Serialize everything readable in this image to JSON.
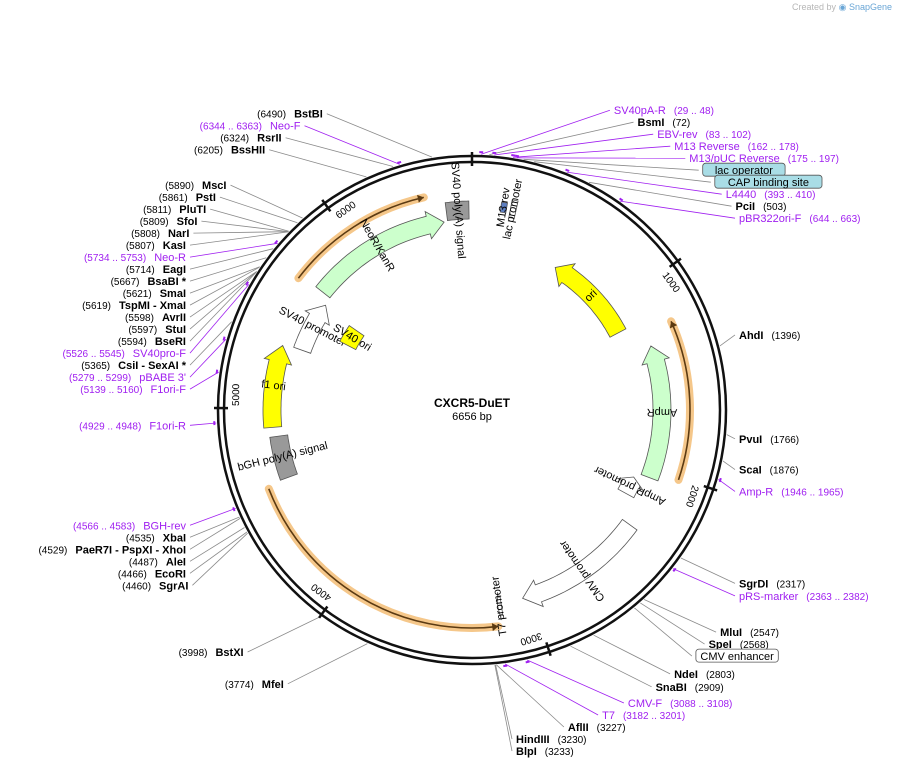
{
  "plasmid": {
    "name": "CXCR5-DuET",
    "length_label": "6656 bp",
    "length": 6656
  },
  "watermark": {
    "created_by": "Created by",
    "brand": "SnapGene"
  },
  "colors": {
    "backbone": "#111111",
    "site_line": "#8a8a8a",
    "primer": "#a020f0",
    "ori": "#ffff00",
    "marker": "#ccffcc",
    "polyA": "#999999",
    "promoter": "#ffffff",
    "orf_highlight": "#f5c78a",
    "orf_arrow": "#3c8c1e",
    "box_label_fill": "#a9dde6"
  },
  "ticks": [
    {
      "pos": 1000,
      "label": "1000"
    },
    {
      "pos": 2000,
      "label": "2000"
    },
    {
      "pos": 3000,
      "label": "3000"
    },
    {
      "pos": 4000,
      "label": "4000"
    },
    {
      "pos": 5000,
      "label": "5000"
    },
    {
      "pos": 6000,
      "label": "6000"
    }
  ],
  "sites": [
    {
      "name": "BsmI",
      "pos_label": "(72)",
      "pos": 72
    },
    {
      "name": "PciI",
      "pos_label": "(503)",
      "pos": 503
    },
    {
      "name": "AhdI",
      "pos_label": "(1396)",
      "pos": 1396
    },
    {
      "name": "PvuI",
      "pos_label": "(1766)",
      "pos": 1766
    },
    {
      "name": "ScaI",
      "pos_label": "(1876)",
      "pos": 1876
    },
    {
      "name": "SgrDI",
      "pos_label": "(2317)",
      "pos": 2317
    },
    {
      "name": "MluI",
      "pos_label": "(2547)",
      "pos": 2547
    },
    {
      "name": "SpeI",
      "pos_label": "(2568)",
      "pos": 2568
    },
    {
      "name": "NdeI",
      "pos_label": "(2803)",
      "pos": 2803
    },
    {
      "name": "SnaBI",
      "pos_label": "(2909)",
      "pos": 2909
    },
    {
      "name": "AflII",
      "pos_label": "(3227)",
      "pos": 3227
    },
    {
      "name": "HindIII",
      "pos_label": "(3230)",
      "pos": 3230
    },
    {
      "name": "BlpI",
      "pos_label": "(3233)",
      "pos": 3233
    },
    {
      "name": "MfeI",
      "pos_label": "(3774)",
      "pos": 3774
    },
    {
      "name": "BstXI",
      "pos_label": "(3998)",
      "pos": 3998
    },
    {
      "name": "SgrAI",
      "pos_label": "(4460)",
      "pos": 4460
    },
    {
      "name": "EcoRI",
      "pos_label": "(4466)",
      "pos": 4466
    },
    {
      "name": "AleI",
      "pos_label": "(4487)",
      "pos": 4487
    },
    {
      "name": "PaeR7I - PspXI - XhoI",
      "pos_label": "(4529)",
      "pos": 4529
    },
    {
      "name": "XbaI",
      "pos_label": "(4535)",
      "pos": 4535
    },
    {
      "name": "CsiI - SexAI *",
      "pos_label": "(5365)",
      "pos": 5365
    },
    {
      "name": "BseRI",
      "pos_label": "(5594)",
      "pos": 5594
    },
    {
      "name": "StuI",
      "pos_label": "(5597)",
      "pos": 5597
    },
    {
      "name": "AvrII",
      "pos_label": "(5598)",
      "pos": 5598
    },
    {
      "name": "TspMI - XmaI",
      "pos_label": "(5619)",
      "pos": 5619
    },
    {
      "name": "SmaI",
      "pos_label": "(5621)",
      "pos": 5621
    },
    {
      "name": "BsaBI *",
      "pos_label": "(5667)",
      "pos": 5667
    },
    {
      "name": "EagI",
      "pos_label": "(5714)",
      "pos": 5714
    },
    {
      "name": "KasI",
      "pos_label": "(5807)",
      "pos": 5807
    },
    {
      "name": "NarI",
      "pos_label": "(5808)",
      "pos": 5808
    },
    {
      "name": "SfoI",
      "pos_label": "(5809)",
      "pos": 5809
    },
    {
      "name": "PluTI",
      "pos_label": "(5811)",
      "pos": 5811
    },
    {
      "name": "PstI",
      "pos_label": "(5861)",
      "pos": 5861
    },
    {
      "name": "MscI",
      "pos_label": "(5890)",
      "pos": 5890
    },
    {
      "name": "BssHII",
      "pos_label": "(6205)",
      "pos": 6205
    },
    {
      "name": "RsrII",
      "pos_label": "(6324)",
      "pos": 6324
    },
    {
      "name": "BstBI",
      "pos_label": "(6490)",
      "pos": 6490
    }
  ],
  "primers": [
    {
      "name": "SV40pA-R",
      "range_label": "(29 .. 48)",
      "pos": 38
    },
    {
      "name": "EBV-rev",
      "range_label": "(83 .. 102)",
      "pos": 92
    },
    {
      "name": "M13 Reverse",
      "range_label": "(162 .. 178)",
      "pos": 170
    },
    {
      "name": "M13/pUC Reverse",
      "range_label": "(175 .. 197)",
      "pos": 186
    },
    {
      "name": "L4440",
      "range_label": "(393 .. 410)",
      "pos": 401
    },
    {
      "name": "pBR322ori-F",
      "range_label": "(644 .. 663)",
      "pos": 653
    },
    {
      "name": "Amp-R",
      "range_label": "(1946 .. 1965)",
      "pos": 1955
    },
    {
      "name": "pRS-marker",
      "range_label": "(2363 .. 2382)",
      "pos": 2372
    },
    {
      "name": "CMV-F",
      "range_label": "(3088 .. 3108)",
      "pos": 3098
    },
    {
      "name": "T7",
      "range_label": "(3182 .. 3201)",
      "pos": 3191
    },
    {
      "name": "BGH-rev",
      "range_label": "(4566 .. 4583)",
      "pos": 4574
    },
    {
      "name": "F1ori-R",
      "range_label": "(4929 .. 4948)",
      "pos": 4938
    },
    {
      "name": "F1ori-F",
      "range_label": "(5139 .. 5160)",
      "pos": 5150
    },
    {
      "name": "pBABE 3'",
      "range_label": "(5279 .. 5299)",
      "pos": 5289
    },
    {
      "name": "SV40pro-F",
      "range_label": "(5526 .. 5545)",
      "pos": 5535
    },
    {
      "name": "Neo-R",
      "range_label": "(5734 .. 5753)",
      "pos": 5743
    },
    {
      "name": "Neo-F",
      "range_label": "(6344 .. 6363)",
      "pos": 6353
    }
  ],
  "boxed_features": [
    {
      "name": "lac operator",
      "pos": 215
    },
    {
      "name": "CAP binding site",
      "pos": 260
    },
    {
      "name": "CMV enhancer",
      "pos": 2600
    }
  ],
  "features": [
    {
      "name": "ori",
      "type": "ori",
      "start": 560,
      "end": 1150,
      "strand": -1
    },
    {
      "name": "AmpR",
      "type": "marker",
      "start": 1300,
      "end": 2050,
      "strand": -1
    },
    {
      "name": "AmpR promoter",
      "type": "promoter",
      "start": 2080,
      "end": 2190,
      "strand": -1
    },
    {
      "name": "CMV promoter",
      "type": "promoter",
      "start": 2330,
      "end": 3050,
      "strand": 1
    },
    {
      "name": "T7 promoter",
      "type": "promoter",
      "start": 3170,
      "end": 3190,
      "strand": 1
    },
    {
      "name": "bGH poly(A) signal",
      "type": "polyA",
      "start": 4620,
      "end": 4850,
      "strand": 0
    },
    {
      "name": "f1 ori",
      "type": "ori",
      "start": 4900,
      "end": 5340,
      "strand": 1
    },
    {
      "name": "SV40 promoter",
      "type": "promoter",
      "start": 5350,
      "end": 5650,
      "strand": 1
    },
    {
      "name": "SV40 ori",
      "type": "ori",
      "start": 5500,
      "end": 5630,
      "strand": 0
    },
    {
      "name": "NeoR/KanR",
      "type": "marker",
      "start": 5700,
      "end": 6500,
      "strand": 1
    },
    {
      "name": "SV40 poly(A) signal",
      "type": "polyA",
      "start": 6520,
      "end": 6640,
      "strand": 0
    },
    {
      "name": "M13 rev",
      "type": "primer_bind",
      "start": 150,
      "end": 180,
      "strand": 0
    },
    {
      "name": "lac promoter",
      "type": "promoter",
      "start": 200,
      "end": 230,
      "strand": 0
    }
  ],
  "orfs": [
    {
      "start": 5680,
      "end": 6420,
      "strand": 1
    },
    {
      "start": 3200,
      "end": 4600,
      "strand": -1
    },
    {
      "start": 1220,
      "end": 2010,
      "strand": -1
    }
  ]
}
